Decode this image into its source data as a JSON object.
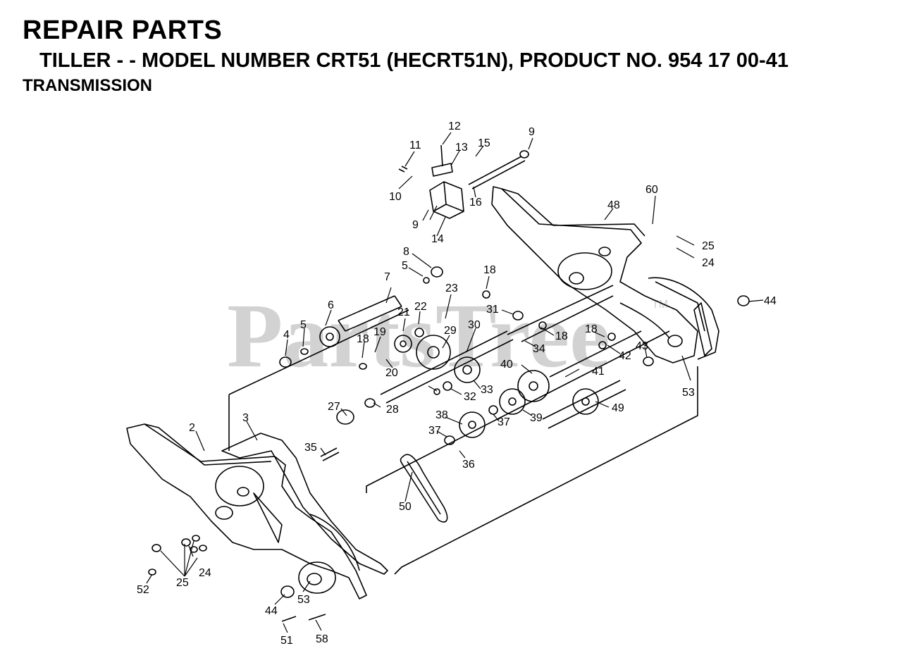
{
  "header": {
    "title": "REPAIR PARTS",
    "subtitle": "TILLER - - MODEL NUMBER CRT51 (HECRT51N), PRODUCT NO. 954 17 00-41",
    "section": "TRANSMISSION"
  },
  "watermark": {
    "text": "PartsTree",
    "tm": "TM"
  },
  "callouts": [
    "12",
    "11",
    "13",
    "15",
    "9",
    "10",
    "16",
    "9",
    "14",
    "60",
    "48",
    "25",
    "24",
    "8",
    "5",
    "18",
    "7",
    "23",
    "6",
    "22",
    "21",
    "31",
    "5",
    "4",
    "19",
    "18",
    "29",
    "30",
    "18",
    "34",
    "42",
    "43",
    "44",
    "20",
    "33",
    "40",
    "41",
    "53",
    "18",
    "32",
    "27",
    "28",
    "38",
    "37",
    "37",
    "39",
    "49",
    "2",
    "3",
    "35",
    "36",
    "50",
    "24",
    "25",
    "52",
    "44",
    "53",
    "51",
    "58"
  ],
  "colors": {
    "line": "#000000",
    "watermark": "#d2d2d2"
  }
}
